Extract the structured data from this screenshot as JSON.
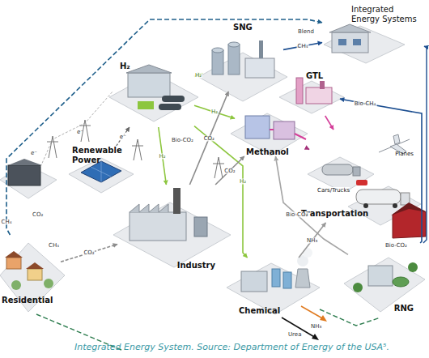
{
  "diagram": {
    "caption": "Integrated Energy System. Source: Department of Energy of the USA⁵.",
    "nodes": [
      {
        "text": [
          "Integrated Energy Systems"
        ]
      },
      {
        "text": [
          "SNG"
        ]
      },
      {
        "text": [
          "H₂"
        ]
      },
      {
        "text": [
          "GTL"
        ]
      },
      {
        "text": [
          "Methanol"
        ]
      },
      {
        "text": [
          "Renewable Power"
        ]
      },
      {
        "text": [
          "Transportation"
        ]
      },
      {
        "text": [
          "Planes"
        ],
        "in": 6
      },
      {
        "text": [
          "Cars/Trucks"
        ],
        "in": 6
      },
      {
        "text": [
          "Industry"
        ]
      },
      {
        "text": [
          "Residential"
        ]
      },
      {
        "text": [
          "Chemical"
        ]
      },
      {
        "text": [
          "RNG"
        ]
      }
    ],
    "edges": [
      {
        "from": 1,
        "to": 0,
        "label": "CH₄",
        "arrow": "to"
      },
      {
        "from": 2,
        "to": 1,
        "label": "H₂",
        "arrow": "to"
      },
      {
        "from": 2,
        "to": 4,
        "label": "H₂",
        "arrow": "to"
      },
      {
        "from": 2,
        "to": 9,
        "label": "H₂",
        "arrow": "to"
      },
      {
        "from": 2,
        "to": 11,
        "label": "H₂",
        "arrow": "to"
      },
      {
        "from": 5,
        "to": 2,
        "label": "e⁻",
        "arrow": "to"
      },
      {
        "from": 9,
        "to": 1,
        "label": "CO₂",
        "arrow": "to"
      },
      {
        "from": 9,
        "to": 4,
        "label": "CO₂",
        "arrow": "to"
      },
      {
        "from": 12,
        "to": 4,
        "label": "Bio-CO₂",
        "arrow": "to"
      },
      {
        "from": 12,
        "to": 3,
        "label": "Bio-CH₄",
        "arrow": "to"
      },
      {
        "from": 3,
        "to": 6,
        "arrow": "to"
      },
      {
        "from": 4,
        "to": 6,
        "arrow": "to"
      },
      {
        "from": 11,
        "to": 6,
        "label": "NH₃",
        "arrow": "to"
      },
      {
        "from": 12,
        "to": 0,
        "arrow": "to"
      },
      {
        "from": 10,
        "to": 0,
        "label": "CH₄",
        "arrow": "to"
      },
      {
        "from": 10,
        "to": 9,
        "label": "CO₂",
        "arrow": "to"
      }
    ],
    "labels": [
      "Blend",
      "e⁻",
      "e⁻",
      "CO₂",
      "Bio-CO₂",
      "Bio-CO₂",
      "NH₃",
      "Urea",
      "CH₄"
    ]
  }
}
